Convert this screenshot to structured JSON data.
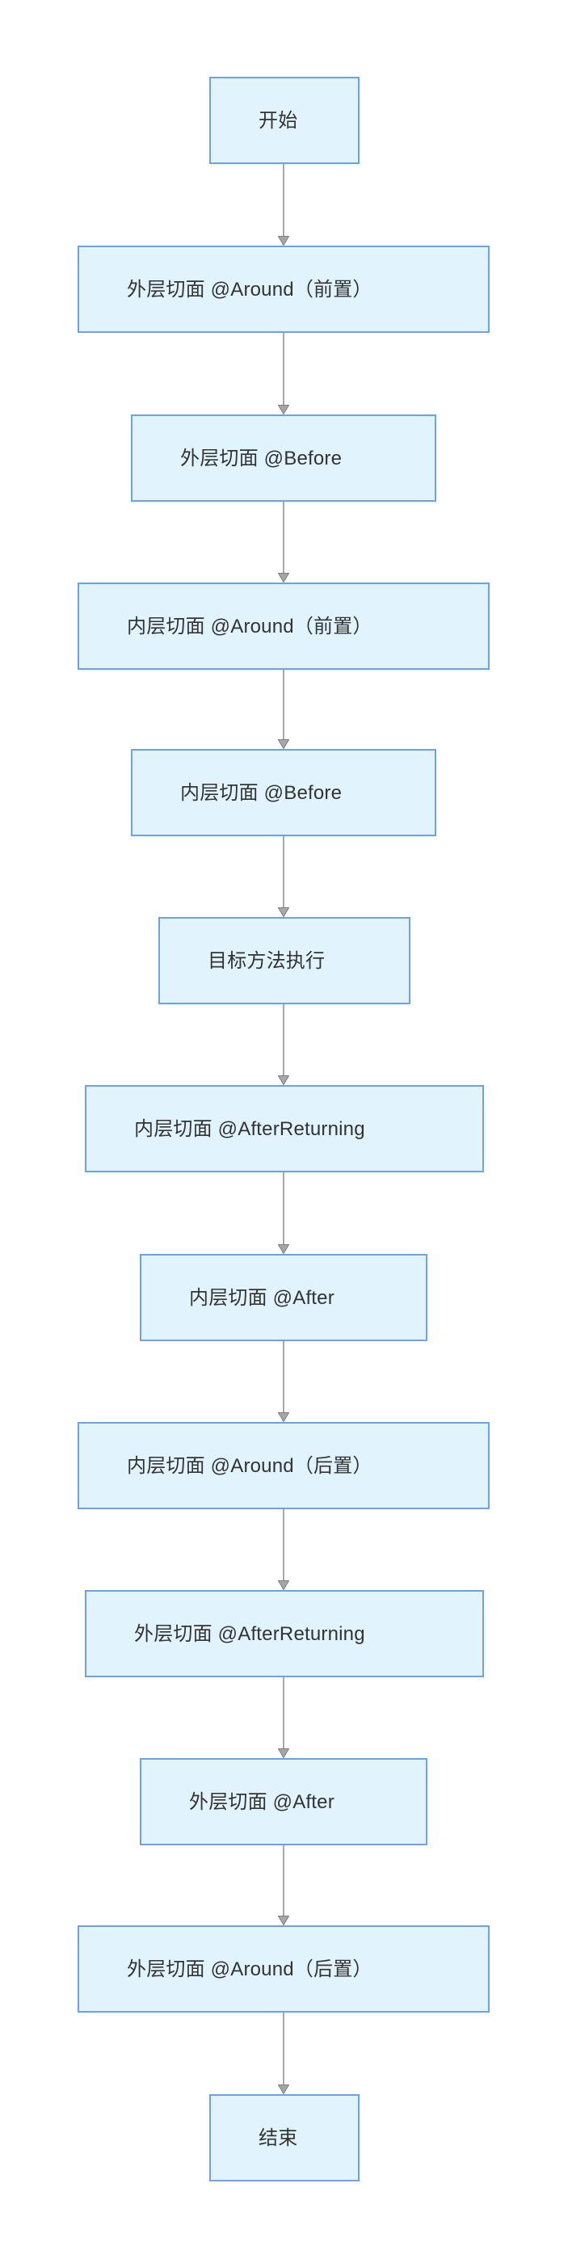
{
  "diagram": {
    "type": "flowchart",
    "direction": "top-down",
    "background": "#ffffff",
    "colors": {
      "page_bg": "#ffffff",
      "node_fill": "#e1f3fd",
      "node_border": "#6d9ff2",
      "node_text": "#333333",
      "edge_line": "#a9a9a9",
      "arrowhead_fill": "#a6a6a6",
      "arrowhead_stroke": "#7f7f7f"
    },
    "nodes": [
      {
        "id": "start",
        "label": "开始"
      },
      {
        "id": "outer-around-before",
        "label": "外层切面 @Around（前置）"
      },
      {
        "id": "outer-before",
        "label": "外层切面 @Before"
      },
      {
        "id": "inner-around-before",
        "label": "内层切面 @Around（前置）"
      },
      {
        "id": "inner-before",
        "label": "内层切面 @Before"
      },
      {
        "id": "target-method",
        "label": "目标方法执行"
      },
      {
        "id": "inner-after-returning",
        "label": "内层切面 @AfterReturning"
      },
      {
        "id": "inner-after",
        "label": "内层切面 @After"
      },
      {
        "id": "inner-around-after",
        "label": "内层切面 @Around（后置）"
      },
      {
        "id": "outer-after-returning",
        "label": "外层切面 @AfterReturning"
      },
      {
        "id": "outer-after",
        "label": "外层切面 @After"
      },
      {
        "id": "outer-around-after",
        "label": "外层切面 @Around（后置）"
      },
      {
        "id": "end",
        "label": "结束"
      }
    ],
    "edges": [
      {
        "from": "start",
        "to": "outer-around-before"
      },
      {
        "from": "outer-around-before",
        "to": "outer-before"
      },
      {
        "from": "outer-before",
        "to": "inner-around-before"
      },
      {
        "from": "inner-around-before",
        "to": "inner-before"
      },
      {
        "from": "inner-before",
        "to": "target-method"
      },
      {
        "from": "target-method",
        "to": "inner-after-returning"
      },
      {
        "from": "inner-after-returning",
        "to": "inner-after"
      },
      {
        "from": "inner-after",
        "to": "inner-around-after"
      },
      {
        "from": "inner-around-after",
        "to": "outer-after-returning"
      },
      {
        "from": "outer-after-returning",
        "to": "outer-after"
      },
      {
        "from": "outer-after",
        "to": "outer-around-after"
      },
      {
        "from": "outer-around-after",
        "to": "end"
      }
    ]
  }
}
